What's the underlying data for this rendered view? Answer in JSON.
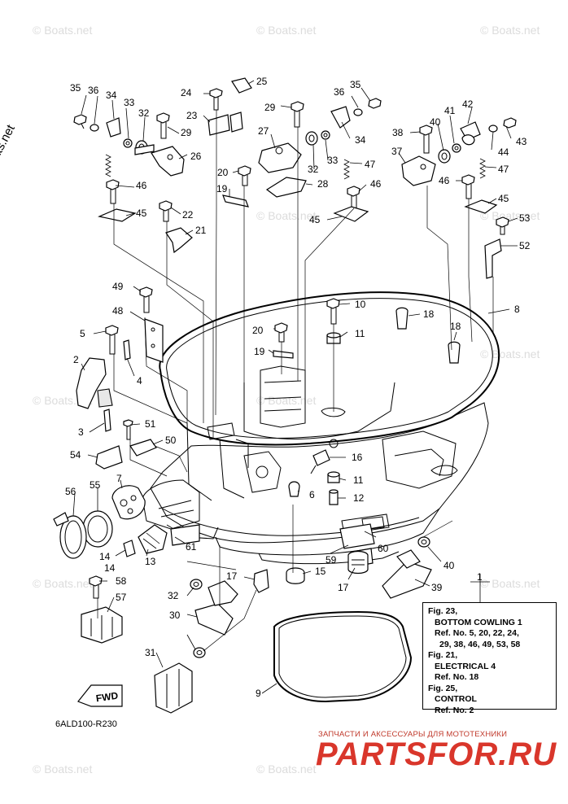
{
  "diagram": {
    "callouts": [
      "1",
      "2",
      "3",
      "4",
      "5",
      "6",
      "7",
      "8",
      "9",
      "10",
      "11",
      "11",
      "12",
      "13",
      "14",
      "14",
      "15",
      "16",
      "17",
      "17",
      "18",
      "18",
      "19",
      "19",
      "20",
      "20",
      "21",
      "22",
      "23",
      "24",
      "25",
      "26",
      "27",
      "28",
      "29",
      "29",
      "30",
      "31",
      "32",
      "32",
      "32",
      "33",
      "33",
      "34",
      "34",
      "35",
      "35",
      "36",
      "36",
      "37",
      "38",
      "39",
      "40",
      "40",
      "41",
      "42",
      "43",
      "44",
      "45",
      "45",
      "45",
      "46",
      "46",
      "46",
      "47",
      "47",
      "48",
      "49",
      "50",
      "51",
      "52",
      "53",
      "54",
      "55",
      "56",
      "57",
      "58",
      "59",
      "60",
      "61"
    ],
    "fwd_label": "FWD"
  },
  "legend": {
    "fig23_title": "Fig. 23,",
    "fig23_name": "BOTTOM COWLING 1",
    "fig23_ref1": "Ref. No. 5, 20, 22, 24,",
    "fig23_ref2": "29, 38, 46, 49, 53, 58",
    "fig21_title": "Fig. 21,",
    "fig21_name": "ELECTRICAL 4",
    "fig21_ref": "Ref. No. 18",
    "fig25_title": "Fig. 25,",
    "fig25_name": "CONTROL",
    "fig25_ref": "Ref. No. 2"
  },
  "diagram_code": "6ALD100-R230",
  "watermark": {
    "side_text": "© Boats.net",
    "repeat_text": "© Boats.net"
  },
  "shop": {
    "tagline": "ЗАПЧАСТИ И АКСЕССУАРЫ ДЛЯ МОТОТЕХНИКИ",
    "brand": "PARTSFOR.RU"
  }
}
